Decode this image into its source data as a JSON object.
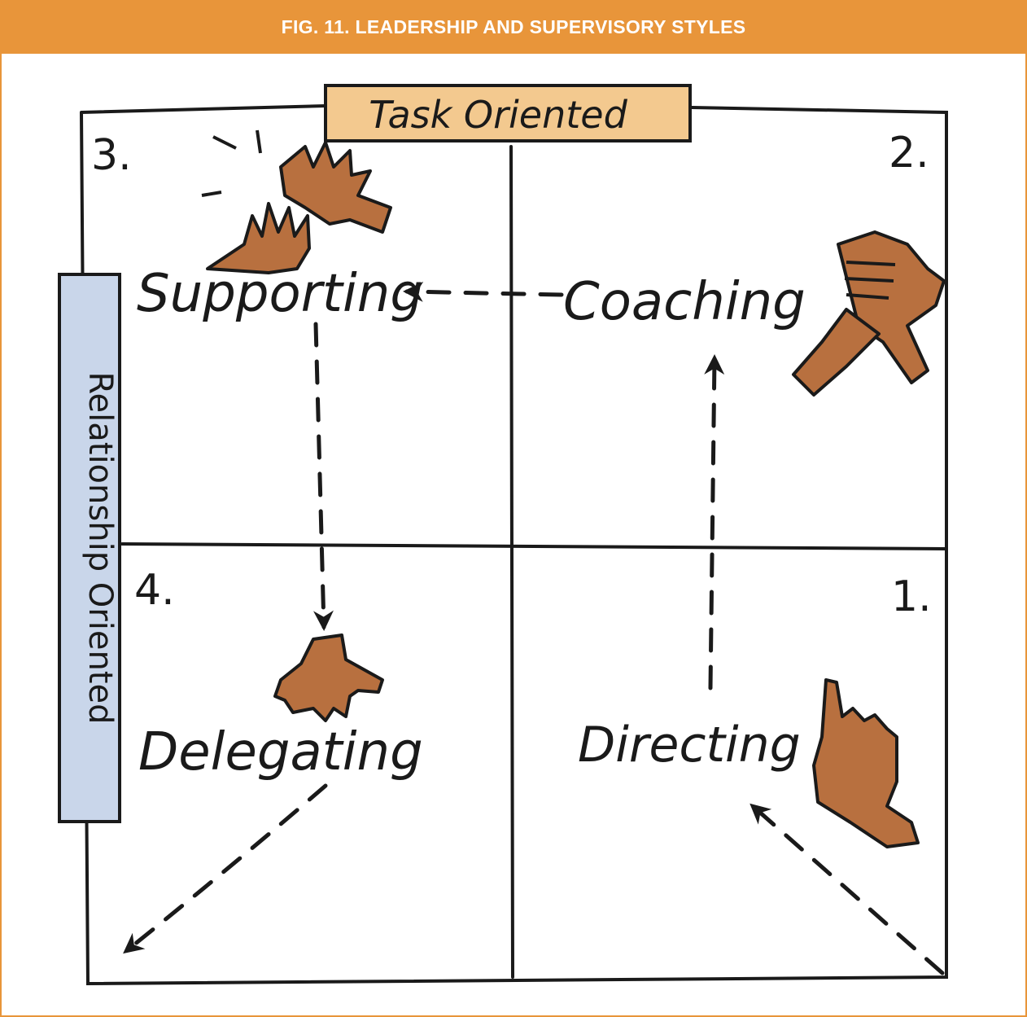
{
  "header": {
    "title": "FIG. 11. LEADERSHIP AND SUPERVISORY STYLES"
  },
  "axes": {
    "top_label": "Task Oriented",
    "side_label": "Relationship Oriented"
  },
  "quadrants": [
    {
      "number": "1.",
      "label": "Directing"
    },
    {
      "number": "2.",
      "label": "Coaching"
    },
    {
      "number": "3.",
      "label": "Supporting"
    },
    {
      "number": "4.",
      "label": "Delegating"
    }
  ],
  "colors": {
    "header_bg": "#e8953a",
    "header_text": "#ffffff",
    "ink": "#1a1a1a",
    "skin": "#b8703f",
    "top_label_bg": "#f3c98f",
    "side_label_bg": "#c9d6ea"
  }
}
